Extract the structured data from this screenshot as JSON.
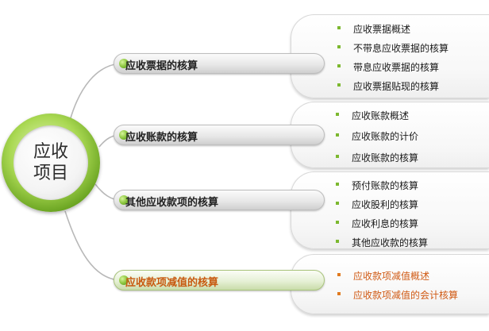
{
  "hub": {
    "line1": "应收",
    "line2": "项目"
  },
  "branches": [
    {
      "label": "应收票据的核算",
      "items": [
        "应收票据概述",
        "不带息应收票据的核算",
        "带息应收票据的核算",
        "应收票据贴现的核算"
      ]
    },
    {
      "label": "应收账款的核算",
      "items": [
        "应收账款概述",
        "应收账款的计价",
        "应收账款的核算"
      ]
    },
    {
      "label": "其他应收款项的核算",
      "items": [
        "预付账款的核算",
        "应收股利的核算",
        "应收利息的核算",
        "其他应收款的核算"
      ]
    },
    {
      "label": "应收款项减值的核算",
      "items": [
        "应收款项减值概述",
        "应收款项减值的会计核算"
      ]
    }
  ],
  "colors": {
    "accent_green": "#7cb82f",
    "highlight_orange": "#d05a14",
    "line_gray": "#b8b8b8"
  }
}
